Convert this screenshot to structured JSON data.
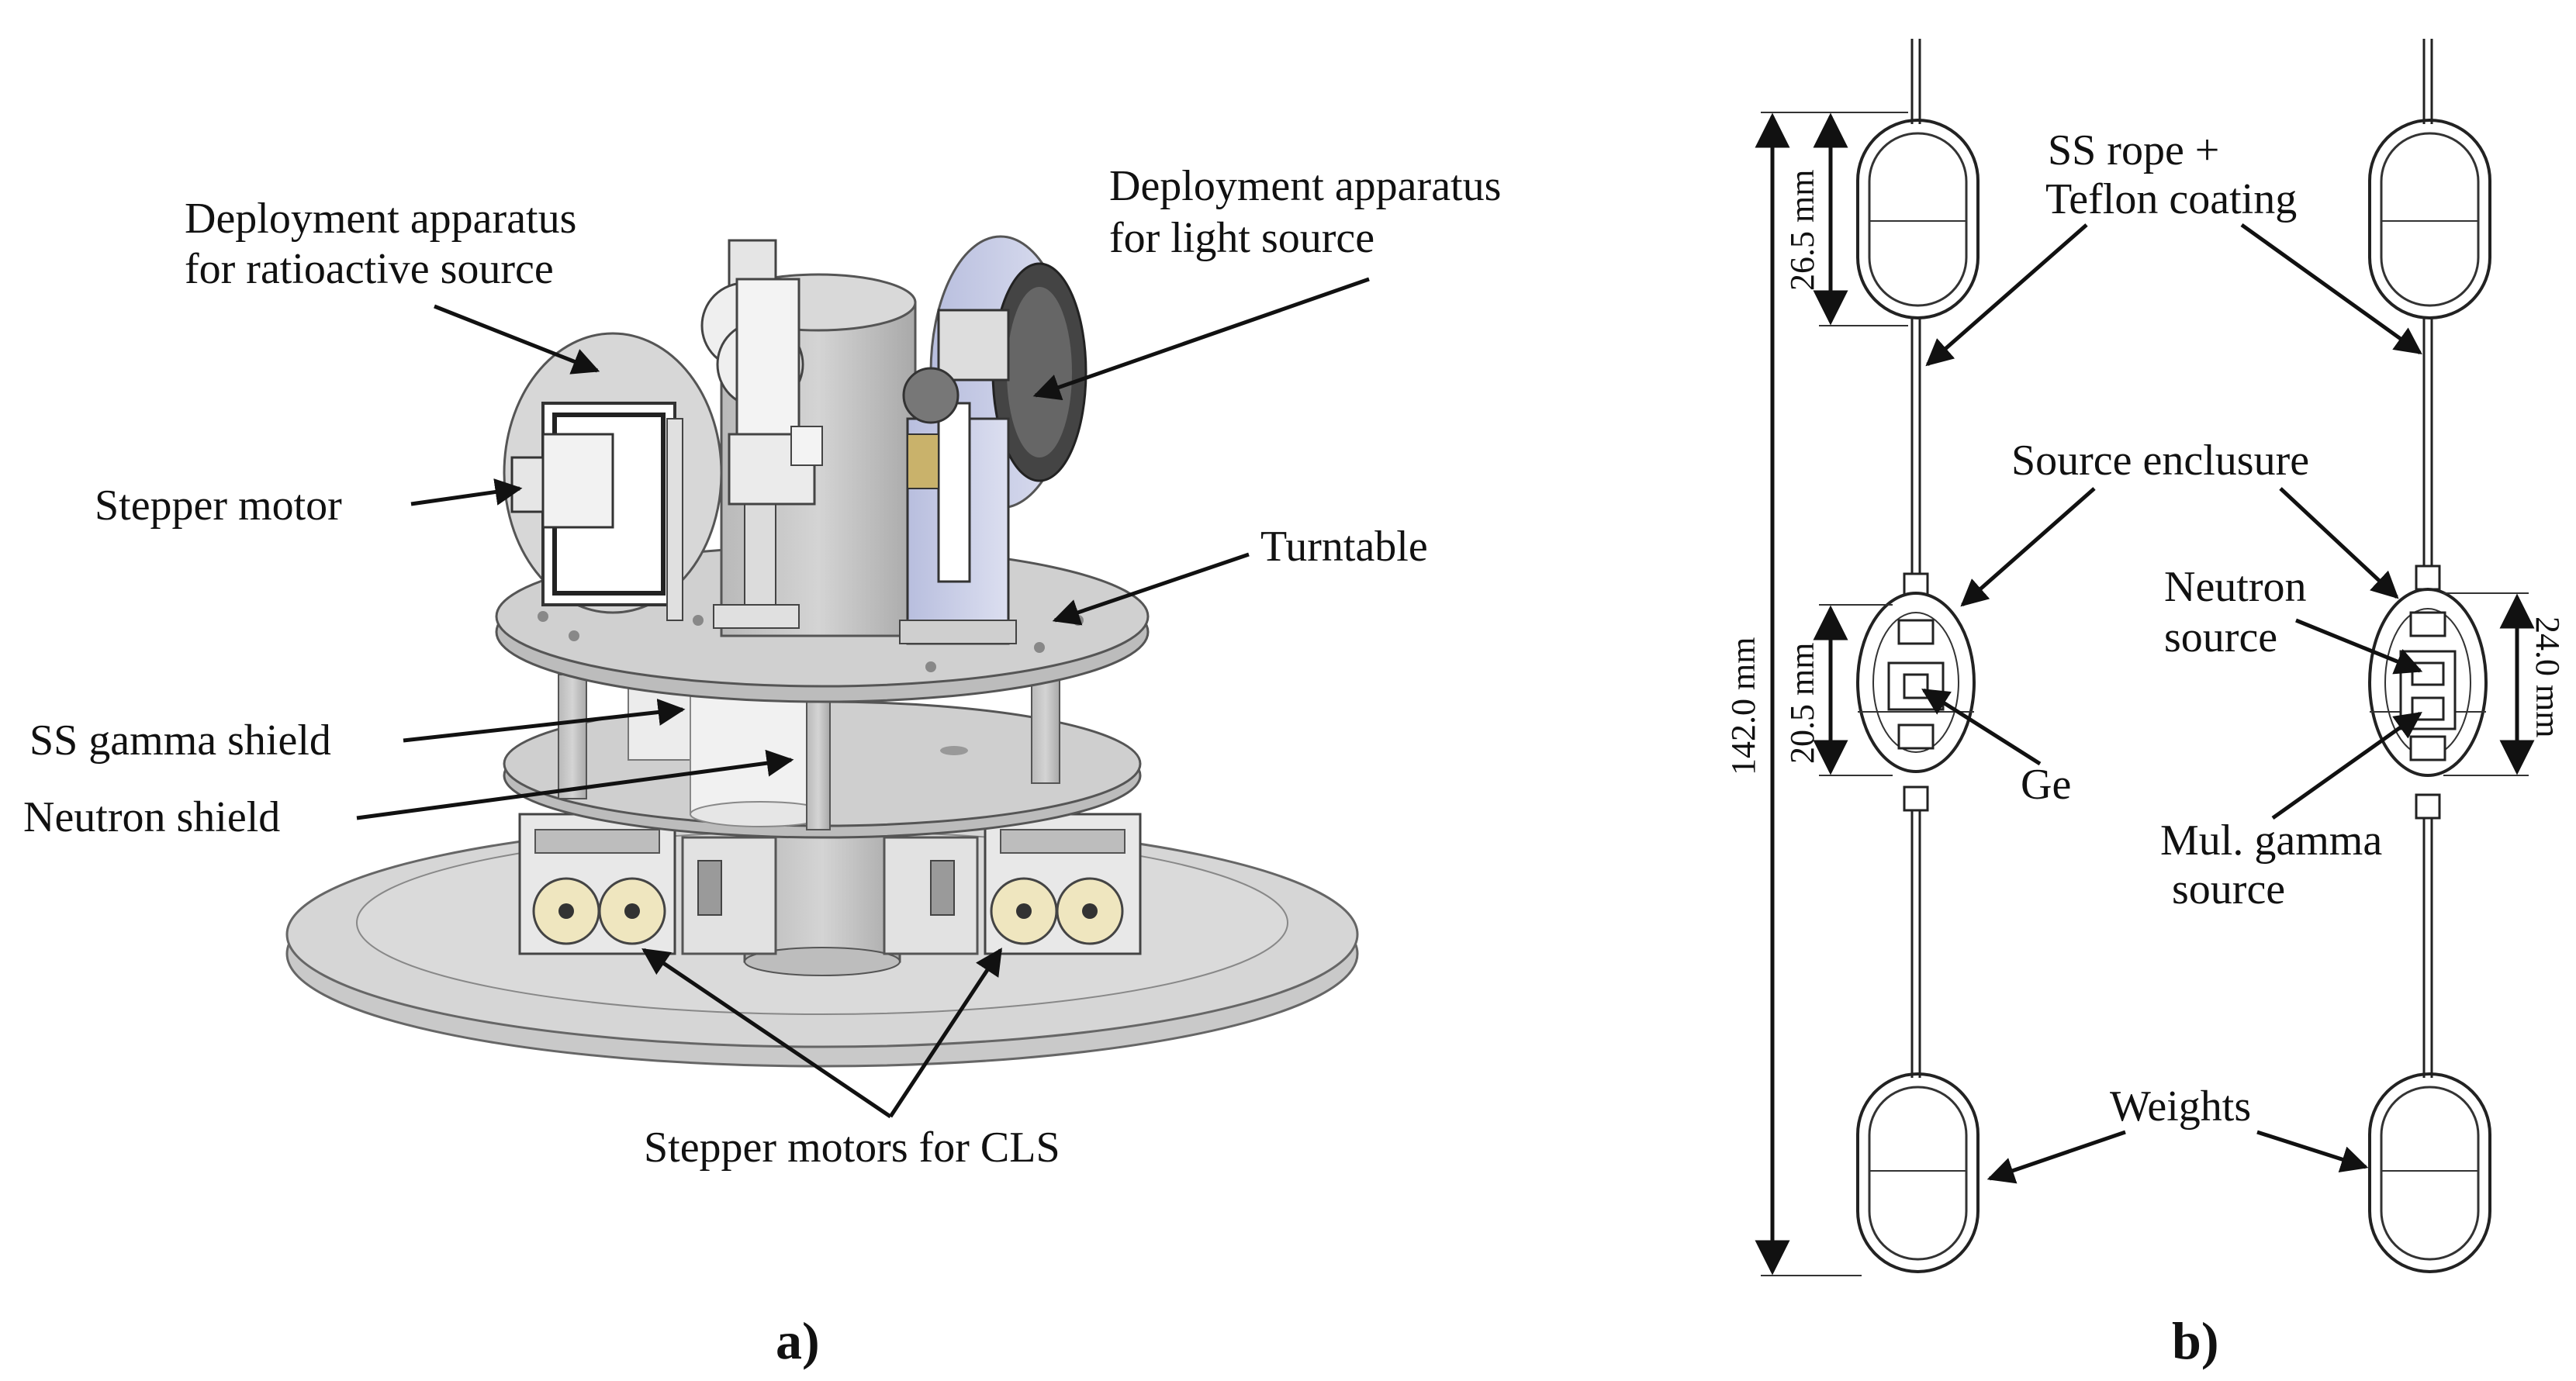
{
  "panel_a": {
    "caption": "a)",
    "labels": {
      "deploy_radio_1": "Deployment apparatus",
      "deploy_radio_2": "for ratioactive source",
      "deploy_light_1": "Deployment apparatus",
      "deploy_light_2": "for light source",
      "stepper_motor": "Stepper motor",
      "turntable": "Turntable",
      "ss_gamma_shield": "SS gamma shield",
      "neutron_shield": "Neutron shield",
      "stepper_motors_cls": "Stepper motors for CLS"
    }
  },
  "panel_b": {
    "caption": "b)",
    "labels": {
      "ss_rope_1": "SS rope +",
      "ss_rope_2": "Teflon coating",
      "source_enclosure": "Source enclusure",
      "neutron_source_1": "Neutron",
      "neutron_source_2": "source",
      "ge": "Ge",
      "mul_gamma_1": "Mul. gamma",
      "mul_gamma_2": "source",
      "weights": "Weights"
    },
    "dimensions": {
      "total_length": "142.0 mm",
      "weight_length": "26.5 mm",
      "ge_enclosure": "20.5 mm",
      "neutron_enclosure": "24.0 mm"
    }
  }
}
